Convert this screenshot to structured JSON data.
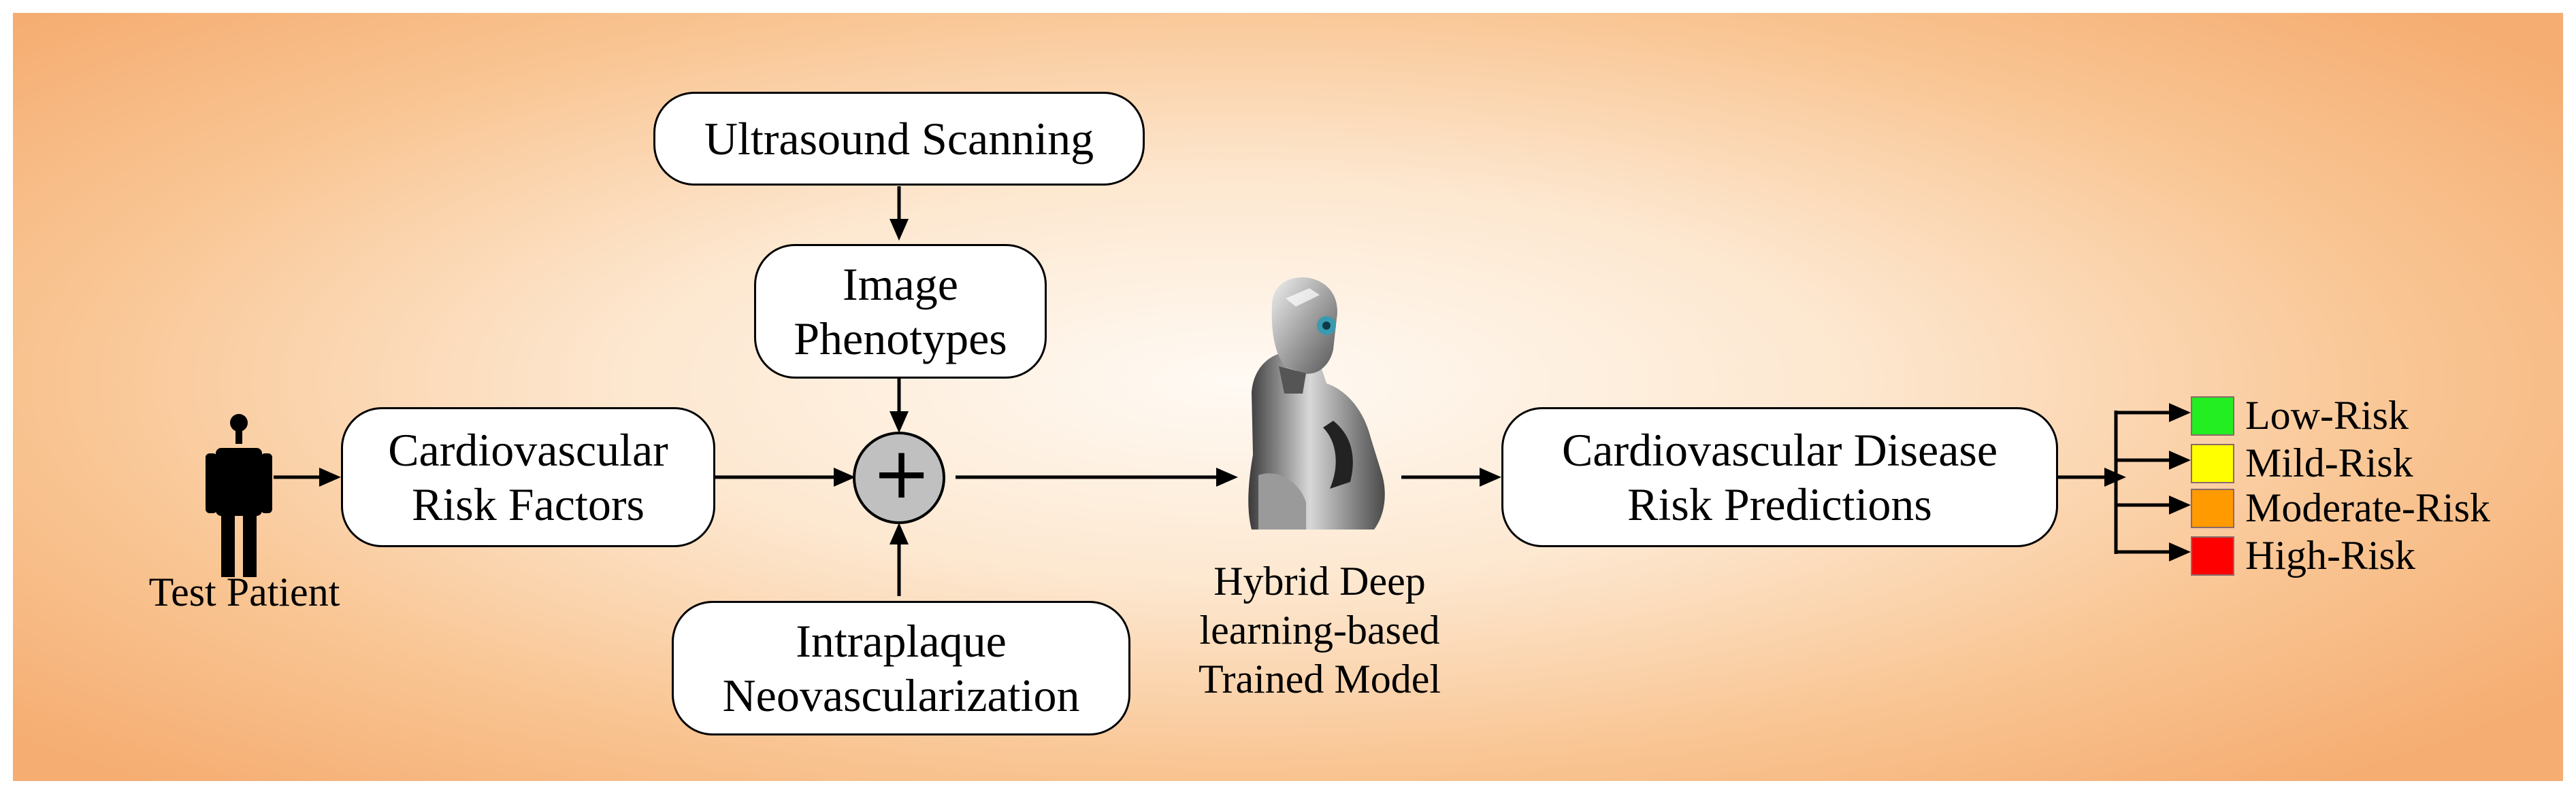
{
  "nodes": {
    "ultrasound": "Ultrasound Scanning",
    "image_phenotypes": [
      "Image",
      "Phenotypes"
    ],
    "risk_factors": [
      "Cardiovascular",
      "Risk Factors"
    ],
    "intraplaque": [
      "Intraplaque",
      "Neovascularization"
    ],
    "cvd_predictions": [
      "Cardiovascular Disease",
      "Risk Predictions"
    ]
  },
  "labels": {
    "test_patient": "Test Patient",
    "model": [
      "Hybrid Deep",
      "learning-based",
      "Trained Model"
    ]
  },
  "combine_symbol": "+",
  "legend": [
    {
      "label": "Low-Risk",
      "color": "#22ee22"
    },
    {
      "label": "Mild-Risk",
      "color": "#ffff00"
    },
    {
      "label": "Moderate-Risk",
      "color": "#ff9a00"
    },
    {
      "label": "High-Risk",
      "color": "#ff0000"
    }
  ],
  "colors": {
    "background_center": "#fffaf4",
    "background_edge": "#f5ad72",
    "combine_node": "#c0c0c0"
  },
  "icons": {
    "patient": "person-icon",
    "model": "robot-icon"
  }
}
